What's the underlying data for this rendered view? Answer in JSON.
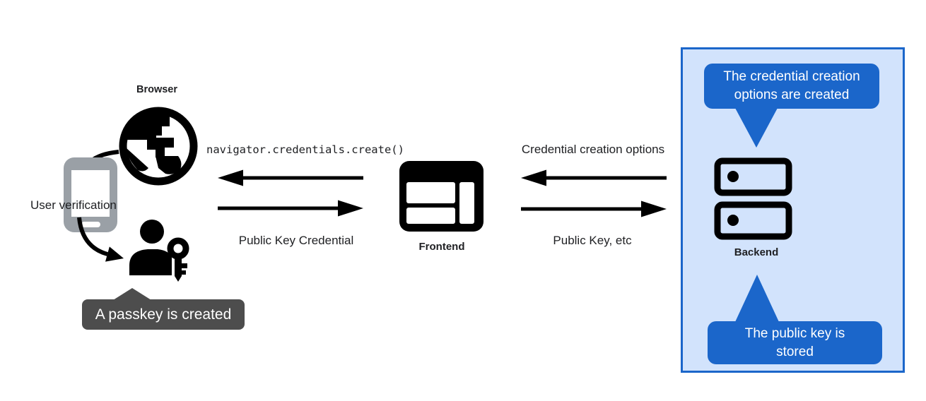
{
  "colors": {
    "arrow_black": "#000000",
    "dark_tooltip_bg": "#4d4d4d",
    "blue_tooltip_bg": "#1b66ca",
    "panel_bg": "#d2e3fc",
    "panel_border": "#1b66ca",
    "phone_gray": "#9aa0a6",
    "text_color": "#202124",
    "tooltip_text": "#ffffff"
  },
  "left_cluster": {
    "browser_label": "Browser",
    "user_verification_label": "User verification",
    "passkey_tooltip_label": "A passkey is created"
  },
  "frontend": {
    "label": "Frontend"
  },
  "backend": {
    "label": "Backend",
    "tooltip_top_lines": [
      "The credential creation",
      "options are created"
    ],
    "tooltip_bottom_lines": [
      "The public key is",
      "stored"
    ]
  },
  "messages": {
    "create_call": "navigator.credentials.create()",
    "public_key_credential": "Public Key Credential",
    "credential_creation_options": "Credential creation options",
    "public_key_etc": "Public Key, etc"
  },
  "icons": {
    "globe": "globe-icon",
    "smartphone": "smartphone-icon",
    "user_key": "user-key-icon",
    "frontend_window": "browser-window-icon",
    "server_stack": "server-stack-icon"
  }
}
